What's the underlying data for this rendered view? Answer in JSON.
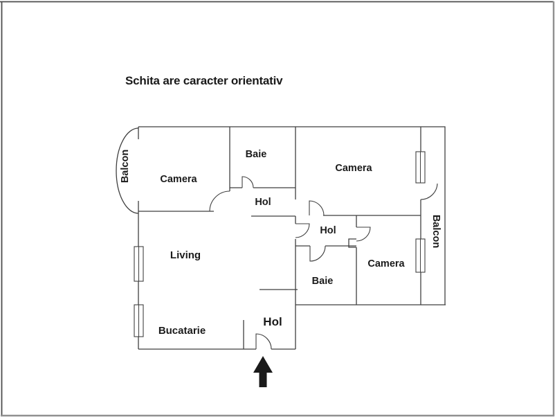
{
  "title": "Schita are caracter orientativ",
  "floorplan": {
    "labels": {
      "camera_tl": "Camera",
      "baie_top": "Baie",
      "hol_top": "Hol",
      "camera_tr": "Camera",
      "living": "Living",
      "hol_center": "Hol",
      "baie_bottom": "Baie",
      "camera_br": "Camera",
      "bucatarie": "Bucatarie",
      "hol_entry": "Hol",
      "balcon_left": "Balcon",
      "balcon_right": "Balcon"
    },
    "icons": {
      "entrance_arrow": "arrow-up-icon"
    },
    "colors": {
      "wall": "#3f3f3f",
      "text": "#1a1a1a",
      "frame_dark": "#4c4c4c",
      "frame_light": "#909090",
      "background": "#ffffff"
    }
  }
}
